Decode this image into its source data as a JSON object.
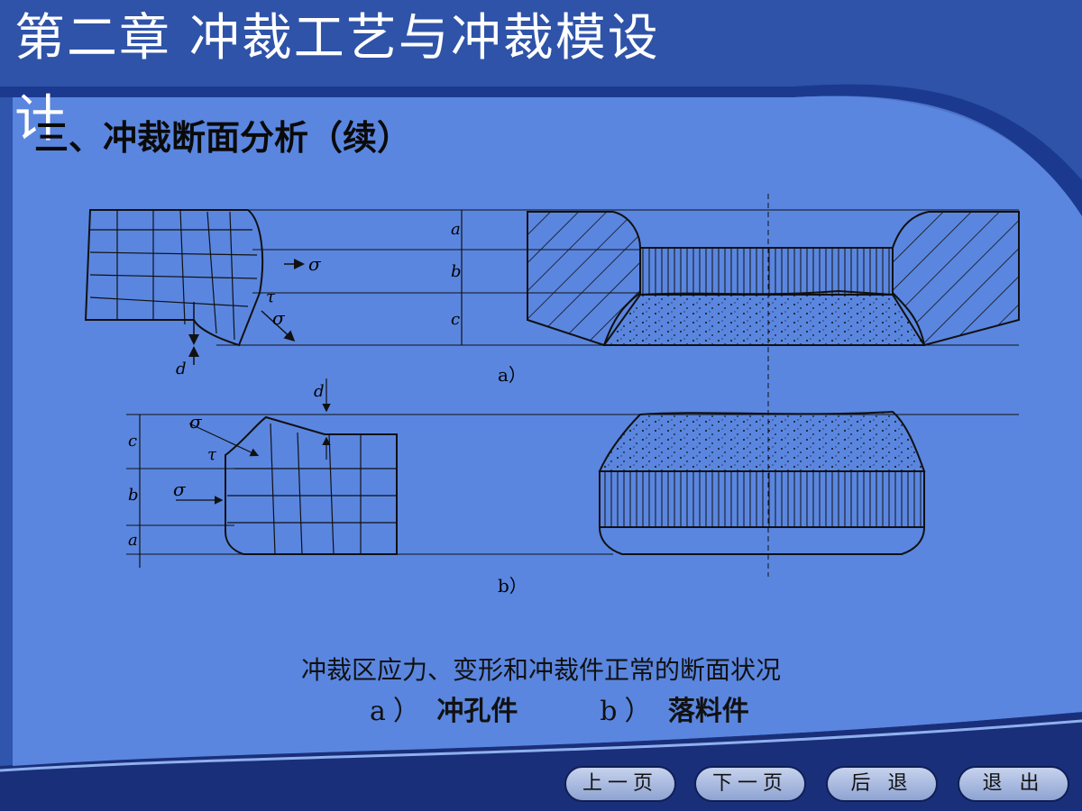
{
  "slide": {
    "title_line1": "第二章   冲裁工艺与冲裁模设",
    "title_line2": "计",
    "subtitle": "三、冲裁断面分析（续）"
  },
  "figure": {
    "label_a": "a）",
    "label_b": "b）",
    "dim_labels": [
      "a",
      "b",
      "c",
      "d"
    ],
    "stress_labels": [
      "σ",
      "τ"
    ]
  },
  "caption": {
    "line1": "冲裁区应力、变形和冲裁件正常的断面状况",
    "a_prefix": "a）",
    "a_text": "冲孔件",
    "b_prefix": "b）",
    "b_text": "落料件"
  },
  "nav": {
    "prev": "上一页",
    "next": "下一页",
    "back": "后 退",
    "exit": "退 出"
  },
  "colors": {
    "background": "#4a6fc2",
    "frame_dark": "#102a7a",
    "title": "#ffffff",
    "text": "#111111"
  }
}
